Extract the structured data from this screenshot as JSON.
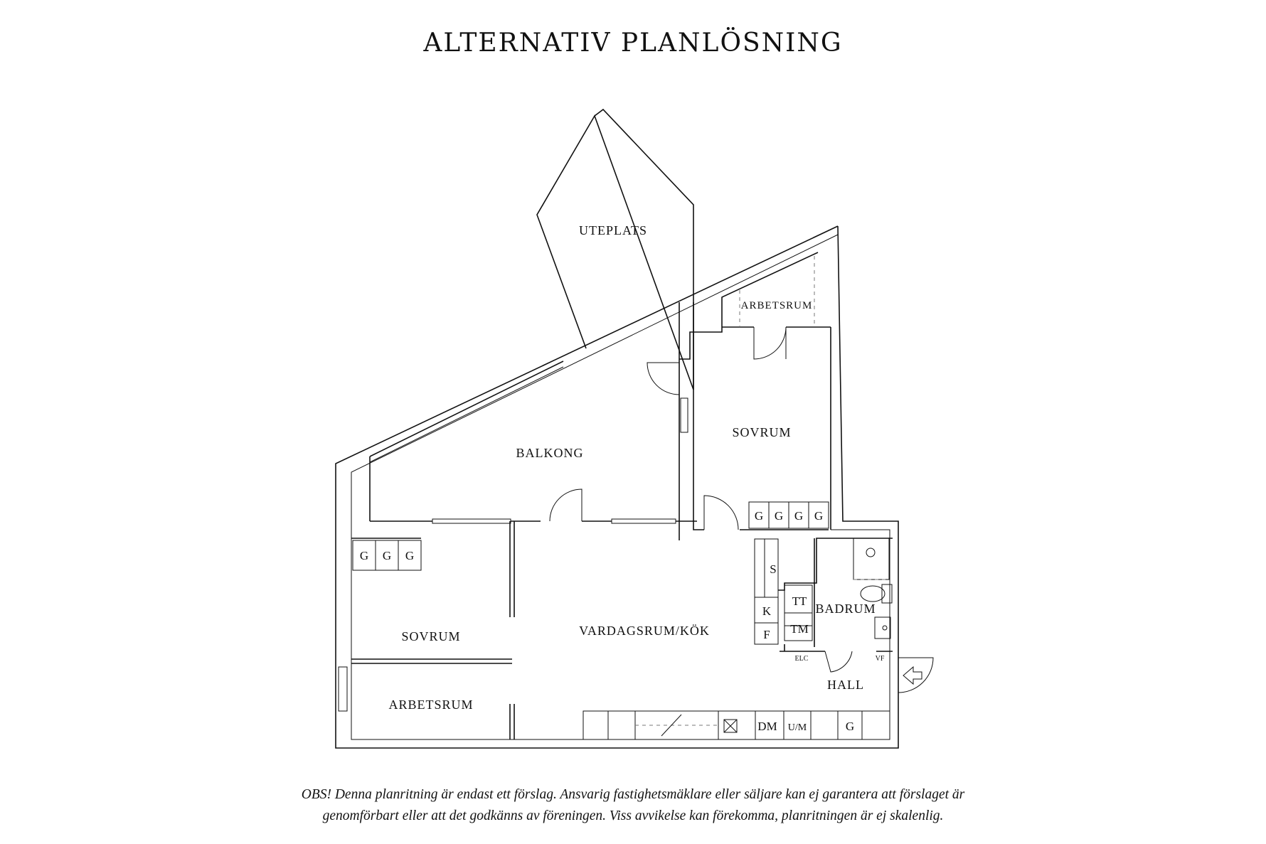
{
  "title": "ALTERNATIV PLANLÖSNING",
  "rooms": {
    "uteplats": "UTEPLATS",
    "arbetsrum_top": "ARBETSRUM",
    "balkong": "BALKONG",
    "sovrum_right": "SOVRUM",
    "sovrum_left": "SOVRUM",
    "vardagsrum": "VARDAGSRUM/KÖK",
    "badrum": "BADRUM",
    "hall": "HALL",
    "arbetsrum_bottom": "ARBETSRUM"
  },
  "fixtures": {
    "g": "G",
    "s": "S",
    "k": "K",
    "f": "F",
    "tt": "TT",
    "tm": "TM",
    "elc": "ELC",
    "vf": "VF",
    "dm": "DM",
    "um": "U/M"
  },
  "note": {
    "line1": "OBS! Denna planritning är endast ett förslag. Ansvarig fastighetsmäklare eller säljare kan ej garantera att förslaget är",
    "line2": "genomförbart eller att det godkänns av föreningen. Viss avvikelse kan förekomma, planritningen är ej skalenlig."
  }
}
